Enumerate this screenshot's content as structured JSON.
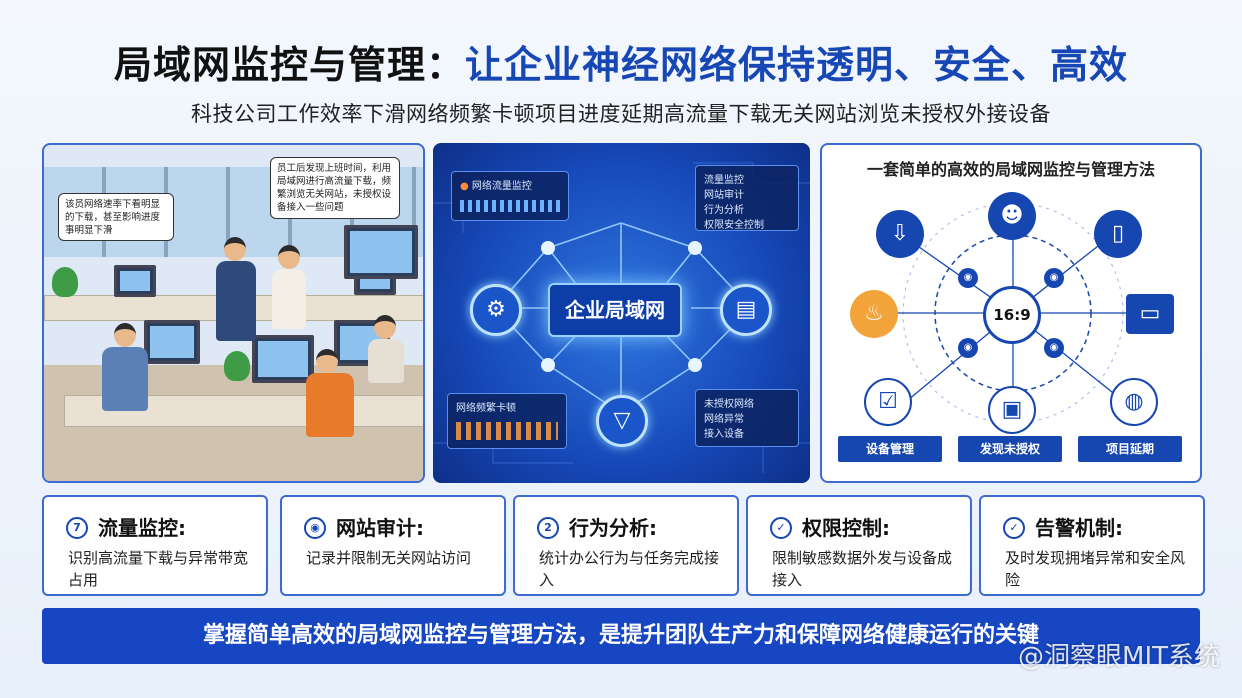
{
  "title": {
    "part1": "局域网监控与管理：",
    "part2": "让企业神经网络保持透明、安全、高效"
  },
  "subtitle": "科技公司工作效率下滑网络频繁卡顿项目进度延期高流量下载无关网站浏览未授权外接设备",
  "office": {
    "bubble_left": "该员网络速率下看明显的下载，甚至影响进度事明显下滑",
    "bubble_right": "员工后发现上班时间，利用局域网进行高流量下载，频繁浏览无关网站，未授权设备接入一些问题"
  },
  "network": {
    "center_label": "企业局域网",
    "card_top_left": "网络流量监控",
    "card_top_right_items": [
      "流量监控",
      "网站审计",
      "行为分析",
      "权限安全控制"
    ],
    "card_bottom_left": "网络频繁卡顿",
    "card_bottom_right_items": [
      "未授权网络",
      "网络异常",
      "接入设备"
    ],
    "node_icons": [
      "gear-icon",
      "document-icon",
      "shield-icon"
    ]
  },
  "method": {
    "title": "一套简单的高效的局域网监控与管理方法",
    "ratio_label": "16:9",
    "buttons": [
      "设备管理",
      "发现未授权",
      "项目延期"
    ]
  },
  "features": [
    {
      "icon": "7",
      "title": "流量监控:",
      "desc": "识别高流量下载与异常带宽占用"
    },
    {
      "icon": "◉",
      "title": "网站审计:",
      "desc": "记录并限制无关网站访问"
    },
    {
      "icon": "2",
      "title": "行为分析:",
      "desc": "统计办公行为与任务完成接入"
    },
    {
      "icon": "✓",
      "title": "权限控制:",
      "desc": "限制敏感数据外发与设备成接入"
    },
    {
      "icon": "✓",
      "title": "告警机制:",
      "desc": "及时发现拥堵异常和安全风险"
    }
  ],
  "bottom_banner": "掌握简单高效的局域网监控与管理方法，是提升团队生产力和保障网络健康运行的关键",
  "watermark": "@洞察眼MIT系统",
  "colors": {
    "brand_blue": "#1646b0",
    "accent_cyan": "#9cd0ff"
  }
}
